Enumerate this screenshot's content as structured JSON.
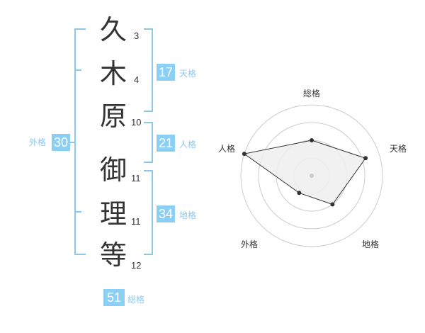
{
  "name": {
    "chars": [
      {
        "char": "久",
        "strokes": "3"
      },
      {
        "char": "木",
        "strokes": "4"
      },
      {
        "char": "原",
        "strokes": "10"
      },
      {
        "char": "御",
        "strokes": "11"
      },
      {
        "char": "理",
        "strokes": "11"
      },
      {
        "char": "等",
        "strokes": "12"
      }
    ]
  },
  "kakusu": {
    "tenkaku": {
      "value": "17",
      "label": "天格"
    },
    "jinkaku": {
      "value": "21",
      "label": "人格"
    },
    "chikaku": {
      "value": "34",
      "label": "地格"
    },
    "gaikaku": {
      "value": "30",
      "label": "外格"
    },
    "soukaku": {
      "value": "51",
      "label": "総格"
    }
  },
  "chart_data": {
    "type": "radar",
    "axes": [
      "総格",
      "天格",
      "地格",
      "外格",
      "人格"
    ],
    "values": [
      0.5,
      0.8,
      0.5,
      0.3,
      1.0
    ],
    "rings": 4,
    "colors": {
      "fill": "#eeeeee",
      "line": "#333333",
      "ring": "#cccccc",
      "accent": "#8ccff5"
    }
  }
}
